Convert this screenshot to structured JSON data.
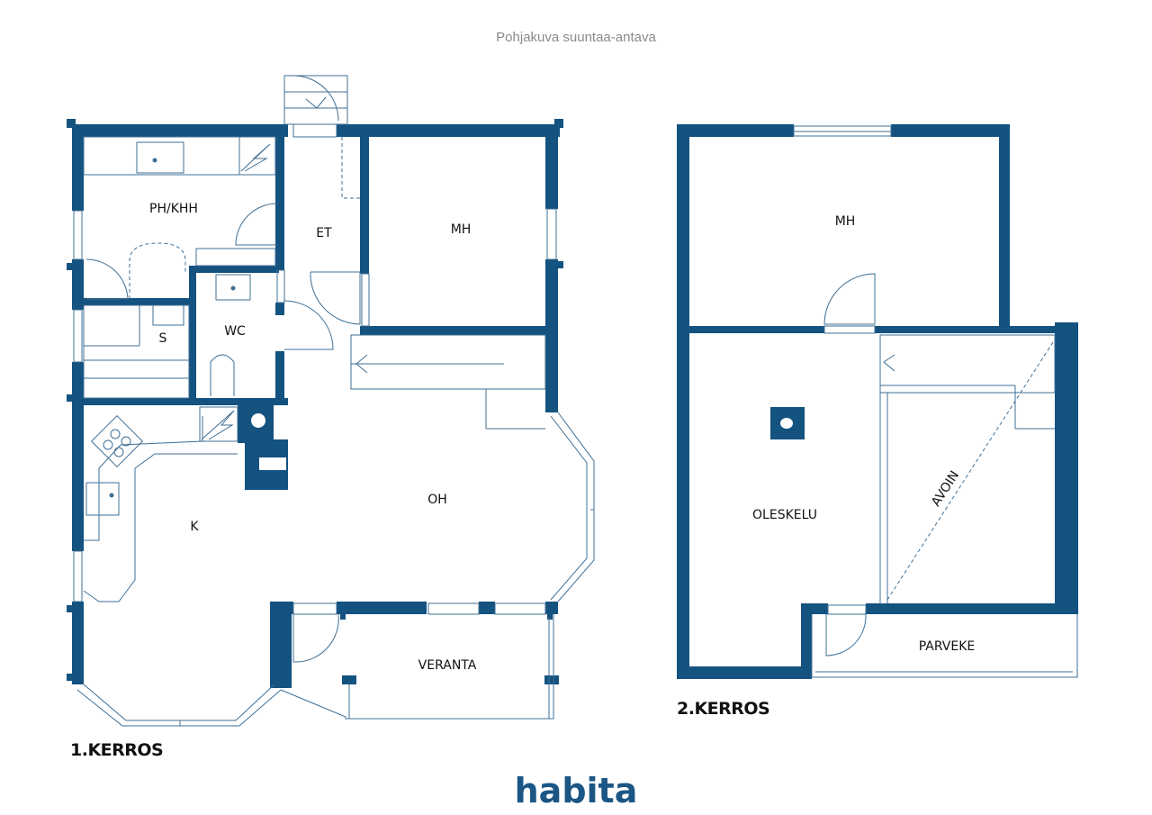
{
  "header": {
    "subtitle": "Pohjakuva suuntaa-antava"
  },
  "colors": {
    "wall": "#14527f",
    "line": "#3f6f95",
    "text": "#111111",
    "subtitle": "#8a8a8a",
    "brand": "#1b5684"
  },
  "floor1": {
    "label": "1.KERROS",
    "rooms": {
      "ph_khh": "PH/KHH",
      "et": "ET",
      "mh": "MH",
      "s": "S",
      "wc": "WC",
      "k": "K",
      "oh": "OH",
      "veranta": "VERANTA"
    }
  },
  "floor2": {
    "label": "2.KERROS",
    "rooms": {
      "mh": "MH",
      "oleskelu": "OLESKELU",
      "avoin": "AVOIN",
      "parveke": "PARVEKE"
    }
  },
  "footer": {
    "logo": "habita"
  }
}
